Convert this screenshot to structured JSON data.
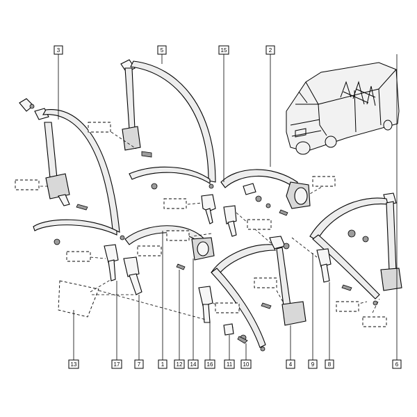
{
  "callouts": {
    "c3": "3",
    "c5": "5",
    "c15": "15",
    "c2": "2",
    "c13": "13",
    "c17": "17",
    "c7": "7",
    "c1": "1",
    "c12": "12",
    "c14": "14",
    "c16": "16",
    "c11": "11",
    "c10": "10",
    "c4": "4",
    "c9": "9",
    "c8": "8",
    "c6": "6"
  },
  "colors": {
    "line": "#000000",
    "strap_fill": "#ededed",
    "part_fill": "#f6f6f6",
    "background": "#ffffff"
  }
}
